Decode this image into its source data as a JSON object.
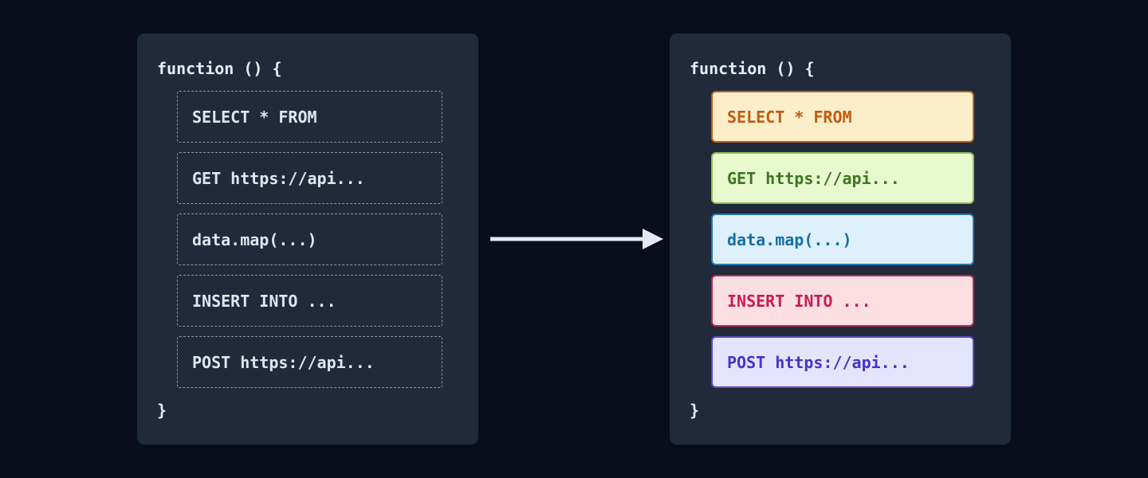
{
  "diagram": {
    "arrow_color": "#e4e9f1",
    "colors": {
      "page_background": "#090e1a",
      "panel_background": "#202a3b",
      "dashed_border": "#8a93a4",
      "plain_code_text": "#dfe6ef",
      "function_text": "#e7ecf4"
    }
  },
  "left_panel": {
    "function_open": "function () {",
    "function_close": "}",
    "items": [
      {
        "label": "SELECT * FROM"
      },
      {
        "label": "GET https://api..."
      },
      {
        "label": "data.map(...)"
      },
      {
        "label": "INSERT INTO ..."
      },
      {
        "label": "POST https://api..."
      }
    ]
  },
  "right_panel": {
    "function_open": "function () {",
    "function_close": "}",
    "items": [
      {
        "label": "SELECT * FROM",
        "background": "#fbeec9",
        "border": "#c05f1e",
        "color": "#c25a13"
      },
      {
        "label": "GET https://api...",
        "background": "#e8f9cf",
        "border": "#8abf58",
        "color": "#3e7520"
      },
      {
        "label": "data.map(...)",
        "background": "#def0fc",
        "border": "#2477ac",
        "color": "#146fa7"
      },
      {
        "label": "INSERT INTO ...",
        "background": "#fcdfe3",
        "border": "#c22950",
        "color": "#cd1a4b"
      },
      {
        "label": "POST https://api...",
        "background": "#e4e4fd",
        "border": "#5a49d1",
        "color": "#4434cb"
      }
    ]
  }
}
